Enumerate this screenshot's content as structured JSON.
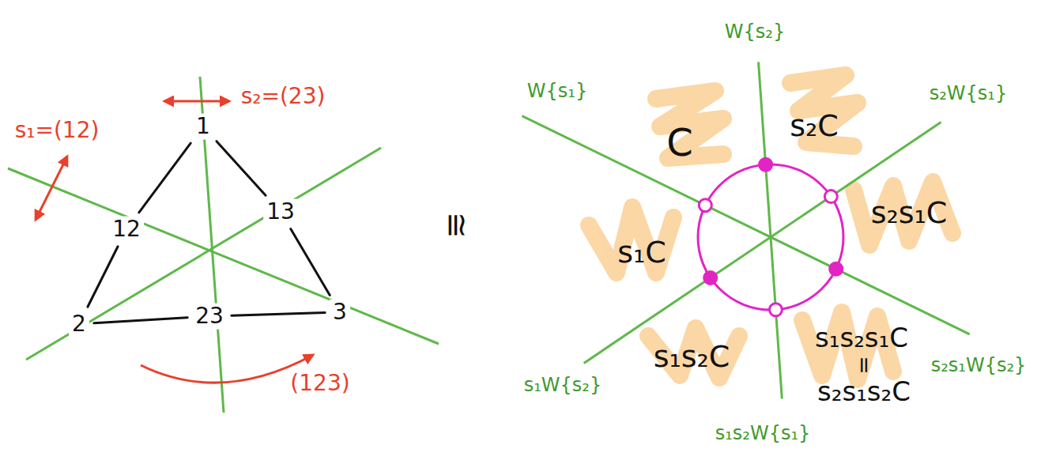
{
  "diagram": {
    "nodes": [
      {
        "text": [
          "1"
        ]
      },
      {
        "text": [
          "12"
        ]
      },
      {
        "text": [
          "13"
        ]
      },
      {
        "text": [
          "2"
        ]
      },
      {
        "text": [
          "23"
        ]
      },
      {
        "text": [
          "3"
        ]
      }
    ],
    "edges": [
      {
        "from": 0,
        "to": 1,
        "arrow": "none"
      },
      {
        "from": 0,
        "to": 2,
        "arrow": "none"
      },
      {
        "from": 1,
        "to": 3,
        "arrow": "none"
      },
      {
        "from": 2,
        "to": 5,
        "arrow": "none"
      },
      {
        "from": 3,
        "to": 4,
        "arrow": "none"
      },
      {
        "from": 4,
        "to": 5,
        "arrow": "none"
      }
    ],
    "labels": [
      "W{s₂}",
      "s₂=(23)",
      "s₁=(12)",
      "s₂W{s₁}",
      "W{s₁}",
      "C",
      "s₂C",
      "s₂s₁C",
      "≅",
      "s₁C",
      "s₁s₂s₁C",
      "=",
      "s₂s₁s₂C",
      "s₁s₂C",
      "(123)",
      "s₁W{s₂}",
      "s₂s₁W{s₂}",
      "s₁s₂W{s₁}"
    ]
  }
}
